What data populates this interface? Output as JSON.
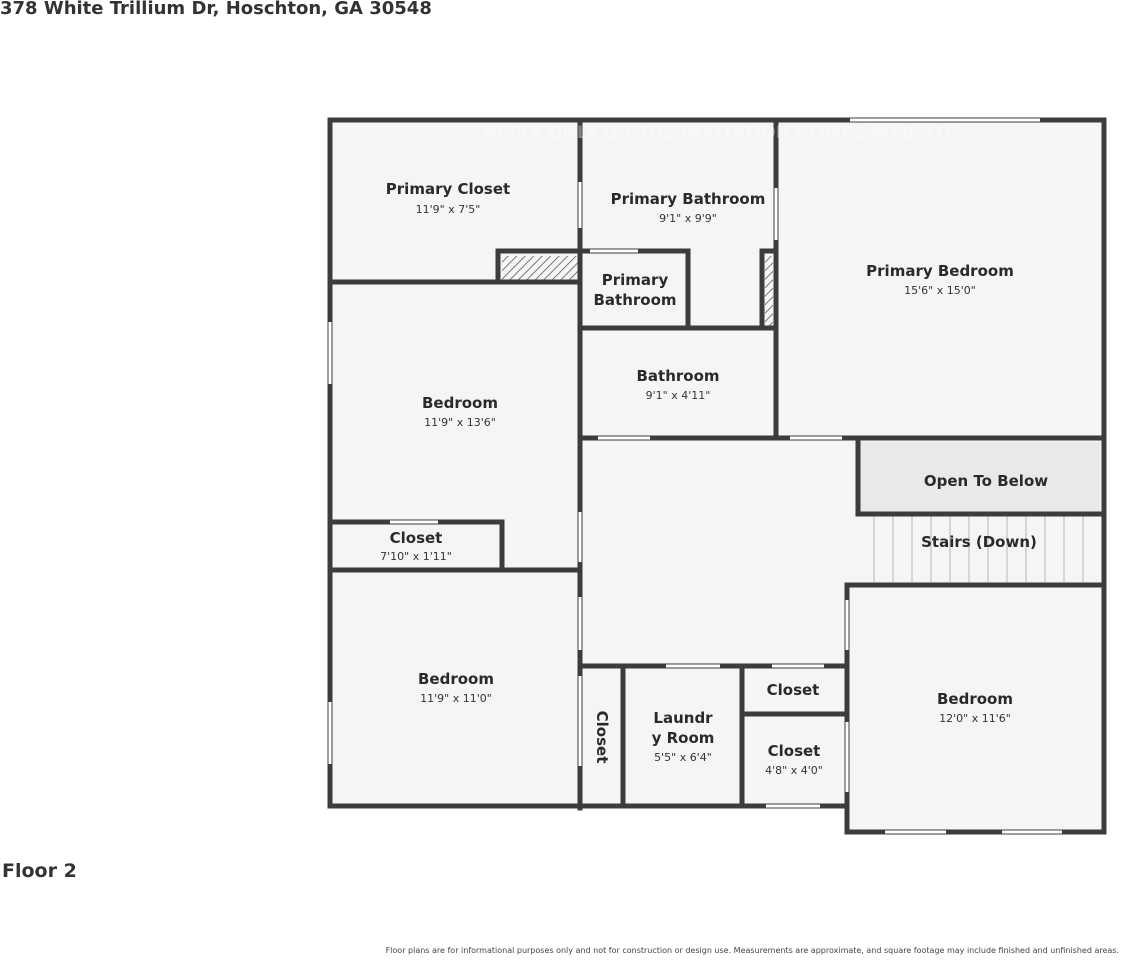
{
  "address": "378 White Trillium Dr, Hoschton, GA 30548",
  "floor_label": "Floor 2",
  "disclaimer": "Floor plans are for informational purposes only and not for construction or design use. Measurements are approximate, and square footage may include finished and unfinished areas.",
  "watermark": "APPLY ONLY ON THE INVITATION HOMES WEBSITE",
  "rooms": {
    "primary_closet": {
      "name": "Primary Closet",
      "dims": "11'9\" x 7'5\""
    },
    "primary_bathroom": {
      "name": "Primary Bathroom",
      "dims": "9'1\" x 9'9\""
    },
    "primary_bathroom_small_line1": "Primary",
    "primary_bathroom_small_line2": "Bathroom",
    "primary_bedroom": {
      "name": "Primary Bedroom",
      "dims": "15'6\" x 15'0\""
    },
    "bathroom": {
      "name": "Bathroom",
      "dims": "9'1\" x 4'11\""
    },
    "bedroom_top": {
      "name": "Bedroom",
      "dims": "11'9\" x 13'6\""
    },
    "closet_small": {
      "name": "Closet",
      "dims": "7'10\" x 1'11\""
    },
    "open_to_below": {
      "name": "Open To Below"
    },
    "stairs": {
      "name": "Stairs (Down)"
    },
    "bedroom_bottom": {
      "name": "Bedroom",
      "dims": "11'9\" x 11'0\""
    },
    "closet_vertical": {
      "name": "Closet"
    },
    "laundry": {
      "line1": "Laundr",
      "line2": "y Room",
      "dims": "5'5\" x 6'4\""
    },
    "closet_upper": {
      "name": "Closet"
    },
    "closet_lower": {
      "name": "Closet",
      "dims": "4'8\" x 4'0\""
    },
    "bedroom_right": {
      "name": "Bedroom",
      "dims": "12'0\" x 11'6\""
    }
  },
  "colors": {
    "wall": "#3c3c3c",
    "floor": "#f5f5f5",
    "open_to_below": "#e9e9e9",
    "window": "#ffffff"
  }
}
